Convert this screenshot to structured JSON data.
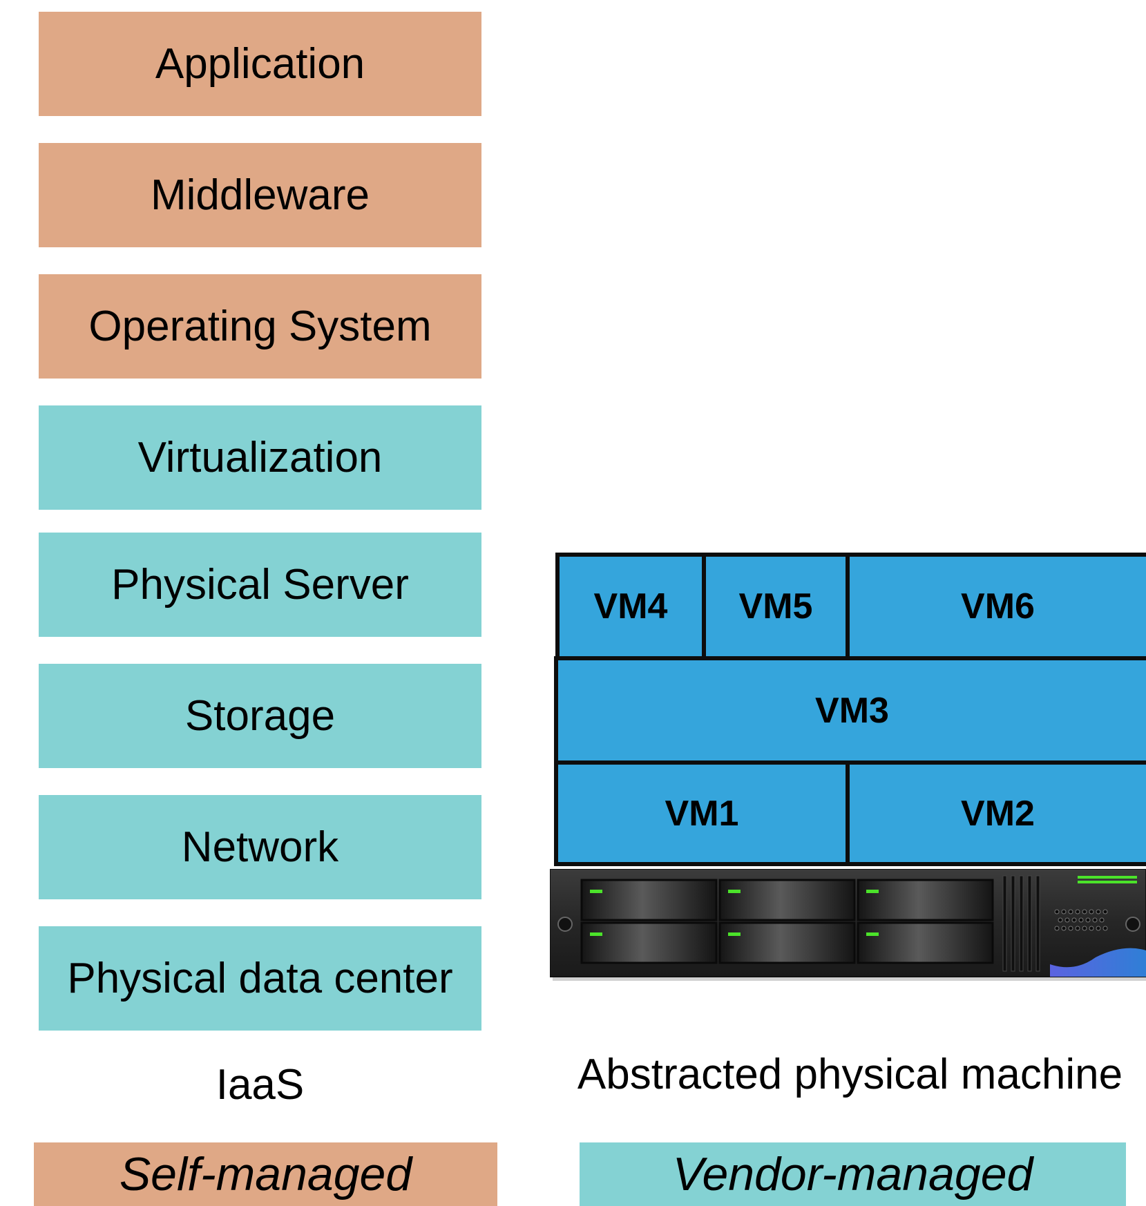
{
  "stack": {
    "layers": [
      {
        "label": "Application",
        "managed_by": "self"
      },
      {
        "label": "Middleware",
        "managed_by": "self"
      },
      {
        "label": "Operating System",
        "managed_by": "self"
      },
      {
        "label": "Virtualization",
        "managed_by": "vendor"
      },
      {
        "label": "Physical Server",
        "managed_by": "vendor"
      },
      {
        "label": "Storage",
        "managed_by": "vendor"
      },
      {
        "label": "Network",
        "managed_by": "vendor"
      },
      {
        "label": "Physical data center",
        "managed_by": "vendor"
      }
    ],
    "caption": "IaaS"
  },
  "machine": {
    "vms": {
      "vm1": "VM1",
      "vm2": "VM2",
      "vm3": "VM3",
      "vm4": "VM4",
      "vm5": "VM5",
      "vm6": "VM6"
    },
    "caption": "Abstracted physical machine"
  },
  "legend": {
    "self": "Self-managed",
    "vendor": "Vendor-managed"
  },
  "colors": {
    "self_managed": "#dfa886",
    "vendor_managed": "#84d2d3",
    "vm_fill": "#35a5dc",
    "vm_border": "#0d0d0d",
    "server_body": "#2a2a2a",
    "server_led": "#4be32a"
  }
}
